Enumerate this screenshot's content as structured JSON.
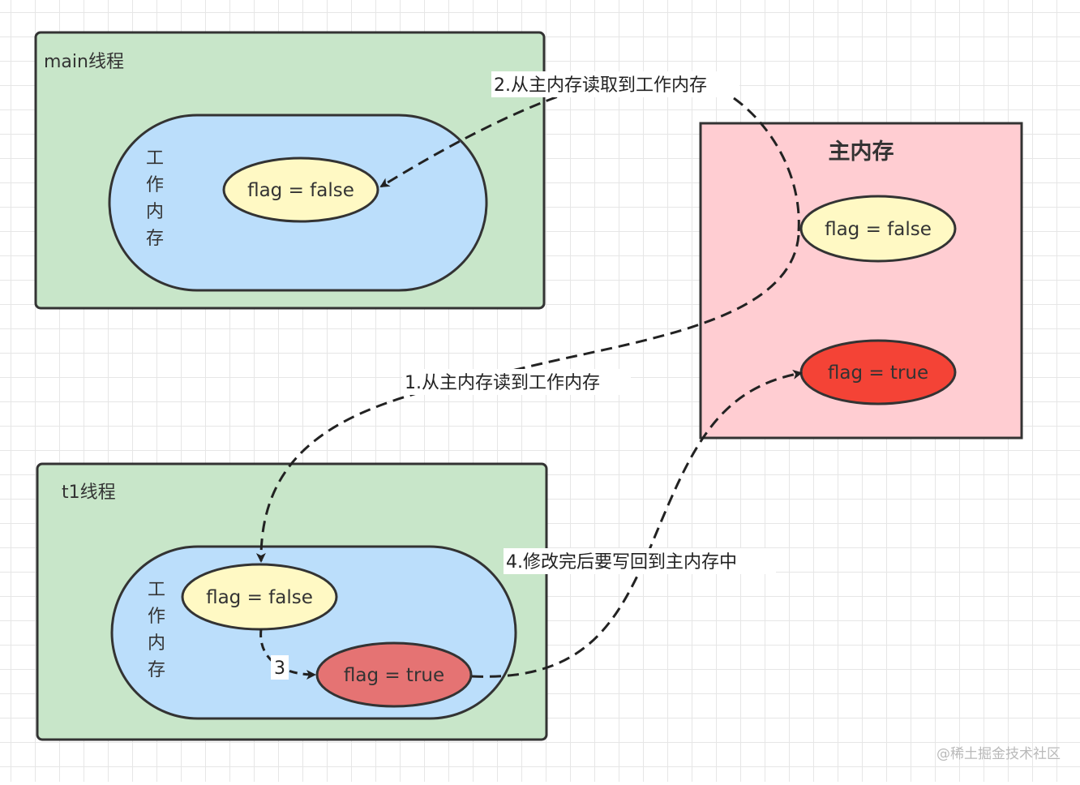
{
  "main_thread": {
    "label": "main线程",
    "work_memory_chars": [
      "工",
      "作",
      "内",
      "存"
    ],
    "flag": "flag = false"
  },
  "t1_thread": {
    "label": "t1线程",
    "work_memory_chars": [
      "工",
      "作",
      "内",
      "存"
    ],
    "flag_initial": "flag = false",
    "flag_modified": "flag = true"
  },
  "main_memory": {
    "title": "主内存",
    "flag_false": "flag = false",
    "flag_true": "flag = true"
  },
  "steps": {
    "step1": "1.从主内存读到工作内存",
    "step2": "2.从主内存读取到工作内存",
    "step3": "3",
    "step4": "4.修改完后要写回到主内存中"
  },
  "watermark": "@稀土掘金技术社区",
  "colors": {
    "thread_bg": "#c8e6c9",
    "work_memory_bg": "#bbdefb",
    "main_memory_bg": "#ffcdd2",
    "flag_false_bg": "#fff9c4",
    "flag_true_t1_bg": "#e57373",
    "flag_true_main_bg": "#f44336",
    "stroke": "#333333"
  }
}
